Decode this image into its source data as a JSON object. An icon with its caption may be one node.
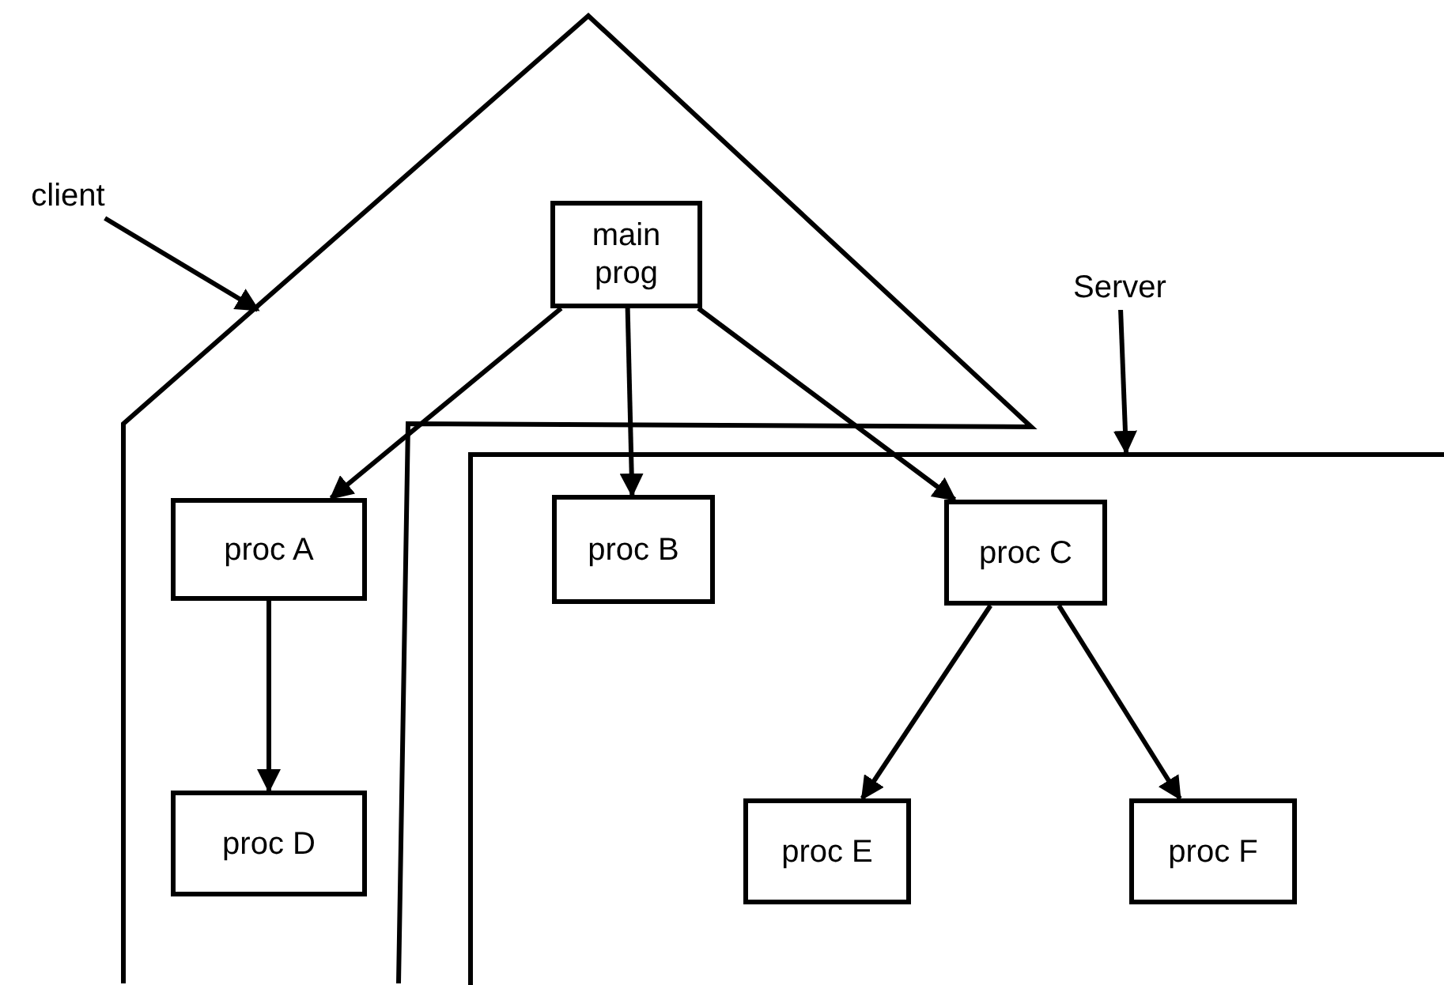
{
  "diagram": {
    "nodes": [
      {
        "text": [
          "client"
        ]
      },
      {
        "text": [],
        "shape": "polygon"
      },
      {
        "text": [
          "main prog"
        ],
        "in": 1
      },
      {
        "text": [
          "proc A"
        ],
        "in": 1
      },
      {
        "text": [
          "proc D"
        ],
        "in": 1
      },
      {
        "text": [
          "Server"
        ]
      },
      {
        "text": [],
        "shape": "box"
      },
      {
        "text": [
          "proc B"
        ]
      },
      {
        "text": [
          "proc C"
        ],
        "in": 6
      },
      {
        "text": [
          "proc E"
        ]
      },
      {
        "text": [
          "proc F"
        ],
        "in": 6
      }
    ],
    "edges": [
      {
        "from": 0,
        "to": 1,
        "arrow": "to"
      },
      {
        "from": 5,
        "to": 6,
        "arrow": "to"
      },
      {
        "from": 2,
        "to": 3,
        "arrow": "to"
      },
      {
        "from": 2,
        "to": 7,
        "arrow": "to"
      },
      {
        "from": 2,
        "to": 8,
        "arrow": "to"
      },
      {
        "from": 3,
        "to": 4,
        "arrow": "to"
      },
      {
        "from": 8,
        "to": 9,
        "arrow": "to"
      },
      {
        "from": 8,
        "to": 10,
        "arrow": "to"
      }
    ]
  }
}
